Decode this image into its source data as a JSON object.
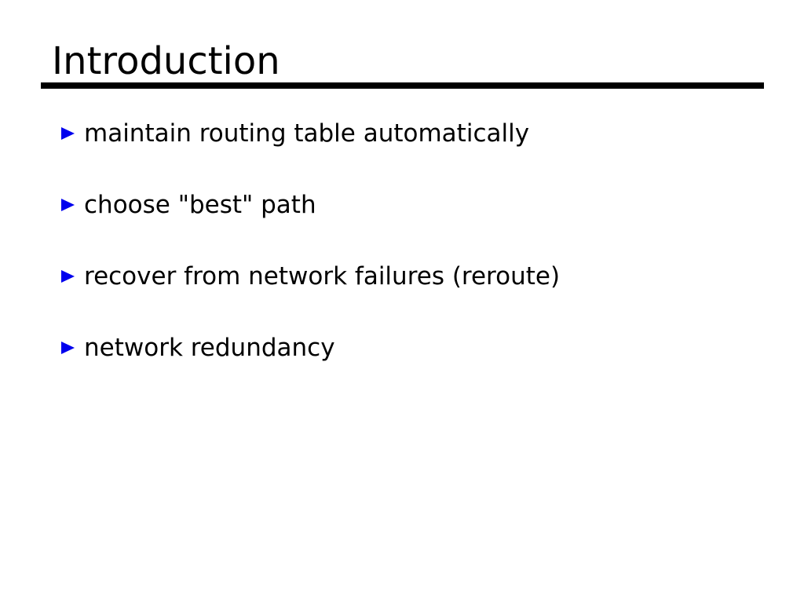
{
  "slide": {
    "title": "Introduction",
    "bullets": [
      "maintain routing table automatically",
      "choose \"best\" path",
      "recover from network failures (reroute)",
      "network redundancy"
    ],
    "colors": {
      "background": "#ffffff",
      "text": "#000000",
      "title_rule": "#000000",
      "bullet_marker": "#0000ee"
    },
    "icons": {
      "bullet": "right-triangle-icon"
    }
  }
}
